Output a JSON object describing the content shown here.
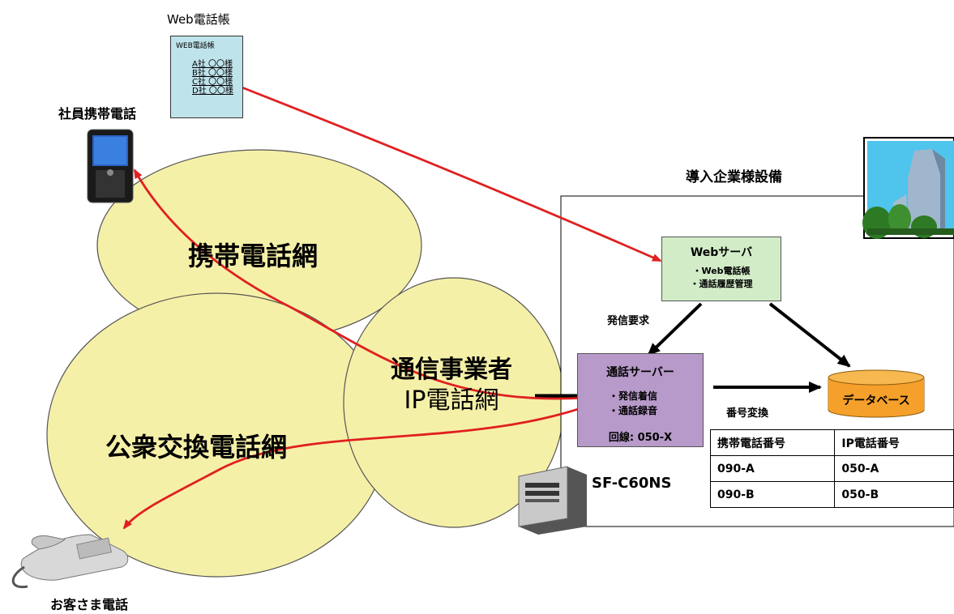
{
  "labels": {
    "web_phonebook": "Web電話帳",
    "employee_phone": "社員携帯電話",
    "customer_phone": "お客さま電話",
    "facility": "導入企業様設備",
    "request": "発信要求",
    "number_conversion": "番号変換",
    "product": "SF-C60NS"
  },
  "networks": {
    "mobile": "携帯電話網",
    "carrier_line1": "通信事業者",
    "carrier_line2": "IP電話網",
    "pstn": "公衆交換電話網"
  },
  "phonebook": {
    "title": "WEB電話帳",
    "rows": [
      "A社 〇〇様",
      "B社 〇〇様",
      "C社 〇〇様",
      "D社 〇〇様"
    ]
  },
  "web_server": {
    "title": "Webサーバ",
    "items": [
      "・Web電話帳",
      "・通話履歴管理"
    ]
  },
  "call_server": {
    "title": "通話サーバー",
    "items": [
      "・発信着信",
      "・通話録音"
    ],
    "line": "回線: 050-X"
  },
  "database": "データベース",
  "number_table": {
    "headers": [
      "携帯電話番号",
      "IP電話番号"
    ],
    "rows": [
      [
        "090-A",
        "050-A"
      ],
      [
        "090-B",
        "050-B"
      ]
    ]
  },
  "colors": {
    "ellipse_fill": "#f5f0a8",
    "red_line": "#e02020",
    "web_server_fill": "#d2ecc8",
    "call_server_fill": "#b79ac9",
    "database_fill": "#f5a02a",
    "phonebook_fill": "#bfe3ea"
  },
  "icons": [
    "mobile-phone-icon",
    "desk-phone-icon",
    "server-tower-icon",
    "building-photo-icon",
    "database-cylinder-icon"
  ]
}
